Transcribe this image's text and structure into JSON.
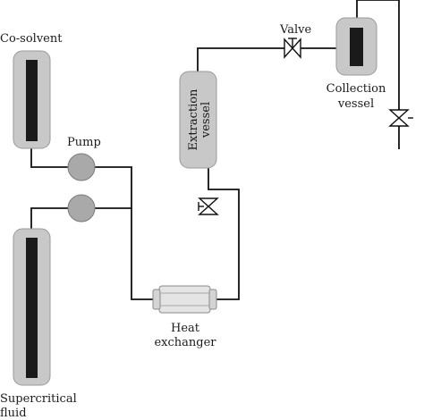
{
  "labels": {
    "cosolvent": "Co-solvent",
    "pump": "Pump",
    "supercritical_line1": "Supercritical",
    "supercritical_line2": "fluid",
    "heat_exchanger_line1": "Heat",
    "heat_exchanger_line2": "exchanger",
    "extraction_line1": "Extraction",
    "extraction_line2": "vessel",
    "valve": "Valve",
    "collection_line1": "Collection",
    "collection_line2": "vessel"
  },
  "colors": {
    "vessel_fill": "#c8c8c8",
    "core_fill": "#1a1a1a",
    "pump_fill": "#a9a9a9",
    "pipe": "#111111"
  }
}
